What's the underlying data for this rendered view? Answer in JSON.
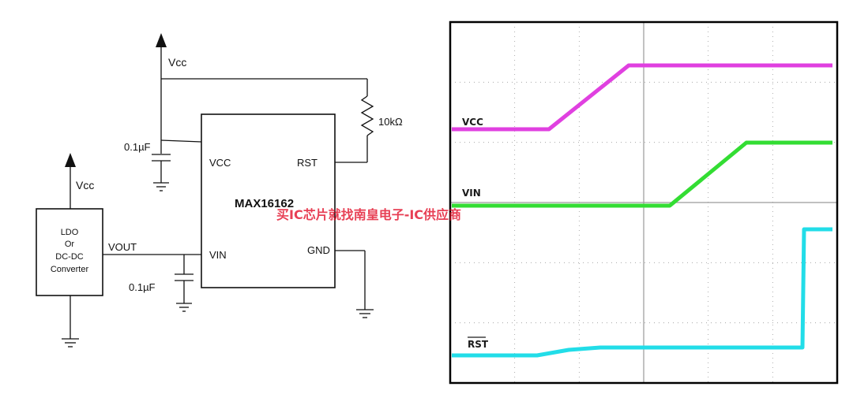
{
  "schematic": {
    "ic_name": "MAX16162",
    "pins": {
      "vcc": "VCC",
      "rst": "RST",
      "vin": "VIN",
      "gnd": "GND"
    },
    "supply_top": "Vcc",
    "supply_left": "Vcc",
    "resistor": "10kΩ",
    "cap_top": "0.1µF",
    "cap_bottom": "0.1µF",
    "regulator": [
      "LDO",
      "Or",
      "DC-DC",
      "Converter"
    ],
    "vout": "VOUT"
  },
  "scope": {
    "trace_labels": {
      "vcc": "VCC",
      "vin": "VIN",
      "rst": "RST"
    },
    "colors": {
      "vcc": "#e040e0",
      "vin": "#33dd33",
      "rst": "#22dde8",
      "grid": "#9a9a9a",
      "frame": "#000000"
    }
  },
  "watermark": "买IC芯片就找南皇电子-IC供应商"
}
